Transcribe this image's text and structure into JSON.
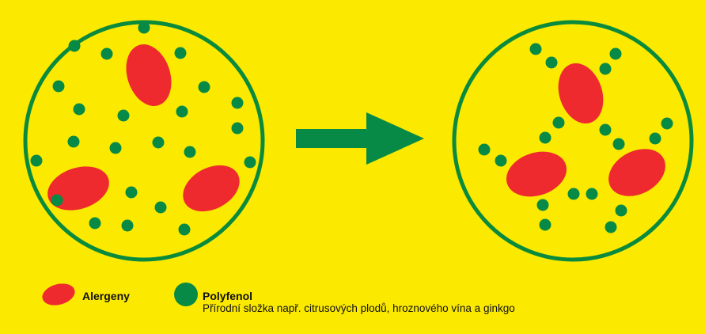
{
  "colors": {
    "background": "#fbe900",
    "circle_border": "#0a8a3c",
    "allergen": "#ee2a2f",
    "polyphenol": "#078a45",
    "arrow": "#078a45"
  },
  "icons": {
    "allergen": "red-ellipse",
    "polyphenol": "green-dot",
    "arrow": "right-arrow"
  },
  "legend": {
    "allergen_label": "Alergeny",
    "polyphenol_label": "Polyfenol",
    "polyphenol_desc": "Přírodní složka např. citrusových plodů, hroznového vína a ginkgo"
  }
}
